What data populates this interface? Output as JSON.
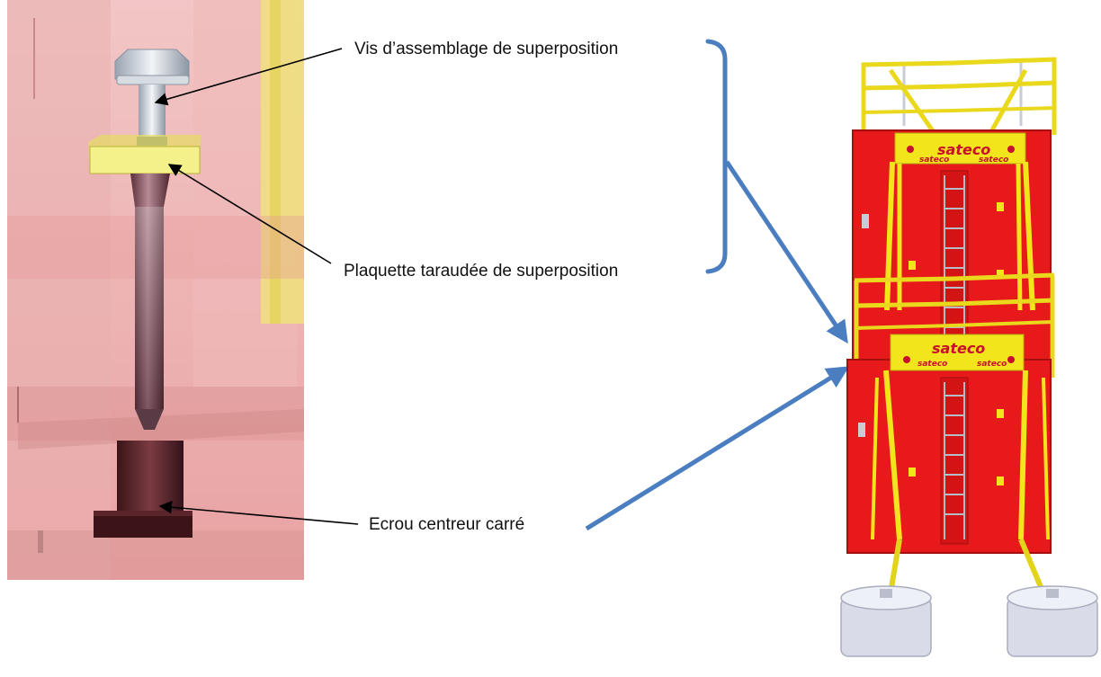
{
  "labels": {
    "vis": "Vis d’assemblage de  superposition",
    "plaquette": "Plaquette taraudée de superposition",
    "ecrou": "Ecrou centreur carré"
  },
  "brand": {
    "logo_text": "sateco",
    "small_text": "sateco"
  },
  "colors": {
    "panel_red": "#e8191b",
    "rail_yellow": "#f2e51c",
    "connector_blue": "#4a7ec0",
    "ghost_red": "#e89a9a",
    "ghost_yellow": "#efe27a",
    "bolt_steel": "#c9cfd8",
    "plate_yellow": "#f4f08a",
    "nut_dark": "#6b2a2e",
    "ballast_grey": "#dfe1ec"
  }
}
